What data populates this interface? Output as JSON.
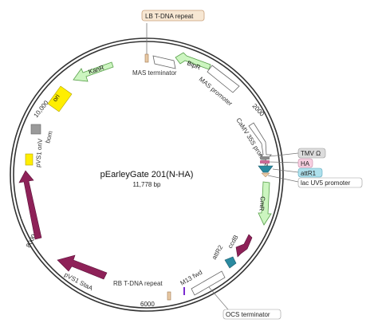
{
  "plasmid": {
    "name": "pEarleyGate 201(N-HA)",
    "size_label": "11,778 bp"
  },
  "ticks": {
    "t2000": "2000",
    "t6000": "6000",
    "t8000": "8000",
    "t10000": "10,000"
  },
  "features": {
    "lb_repeat": "LB T-DNA repeat",
    "mas_terminator": "MAS terminator",
    "bipr": "BipR",
    "mas_promoter": "MAS promoter",
    "camv35s": "CaMV 35S promoter",
    "tmv": "TMV Ω",
    "ha": "HA",
    "attr1": "attR1",
    "lacuv5": "lac UV5 promoter",
    "cmr": "CmR",
    "ccdb": "ccdB",
    "attr2": "attR2",
    "m13fwd": "M13 fwd",
    "ocs": "OCS terminator",
    "rb_repeat": "RB T-DNA repeat",
    "pvs1_staa": "pVS1 StaA",
    "pvs1_repa": "pVS1 RepA",
    "pvs1_oriv": "pVS1 oriV",
    "bom": "bom",
    "ori": "ori",
    "kanr": "KanR"
  },
  "colors": {
    "backbone": "#333333",
    "green": "#ccf5c0",
    "green_stroke": "#58a04a",
    "white_feat": "#ffffff",
    "yellow": "#ffee00",
    "magenta": "#8e2158",
    "teal": "#2a8aa0",
    "gray": "#9a9a9a",
    "tan": "#e8c9a4",
    "label_box": "#f7e7d3",
    "tmv_box": "#dcdcdc",
    "ha_box": "#f7cfe0",
    "attr1_box": "#aee0ec",
    "purple": "#7a2bd0"
  }
}
